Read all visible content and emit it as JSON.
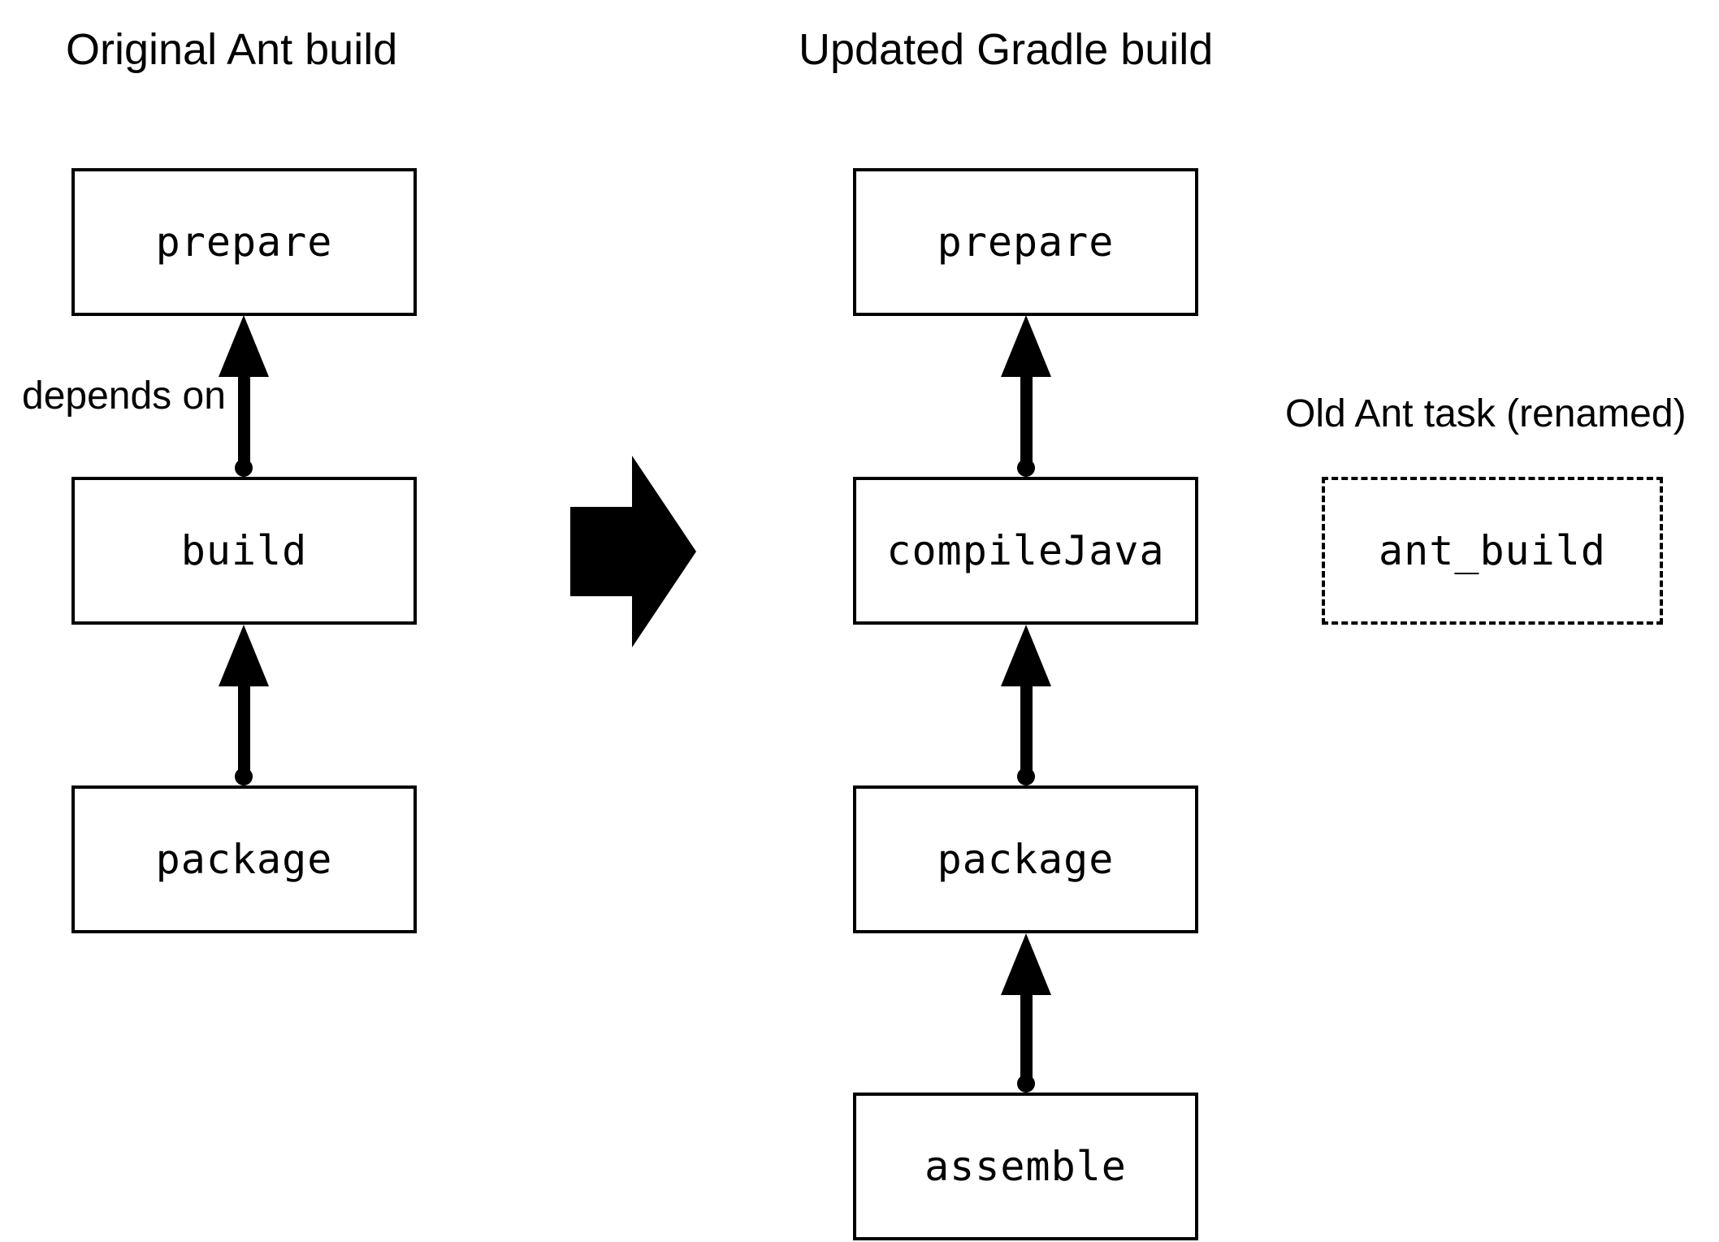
{
  "left": {
    "title": "Original Ant build",
    "edge_label": "depends on",
    "nodes": [
      "prepare",
      "build",
      "package"
    ]
  },
  "right": {
    "title": "Updated Gradle build",
    "nodes": [
      "prepare",
      "compileJava",
      "package",
      "assemble"
    ]
  },
  "legend": {
    "title": "Old Ant task (renamed)",
    "node": "ant_build"
  },
  "colors": {
    "foreground": "#000000",
    "background": "#ffffff"
  }
}
